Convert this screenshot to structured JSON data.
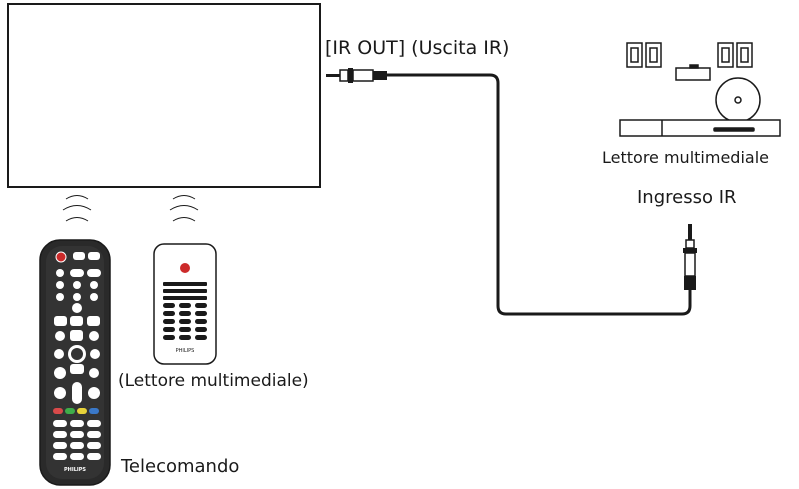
{
  "labels": {
    "ir_out": "[IR OUT] (Uscita IR)",
    "media_player": "Lettore multimediale",
    "ir_in": "Ingresso IR",
    "media_player_remote": "(Lettore multimediale)",
    "remote": "Telecomando"
  },
  "remote_brand": "PHILIPS",
  "colors": {
    "line": "#1a1a1a",
    "remote_body": "#2a2a2a",
    "power_button": "#cc2a2a",
    "button_red": "#d84a4a",
    "button_green": "#3fae4a",
    "button_yellow": "#e6d23a",
    "button_blue": "#3a78c8"
  }
}
